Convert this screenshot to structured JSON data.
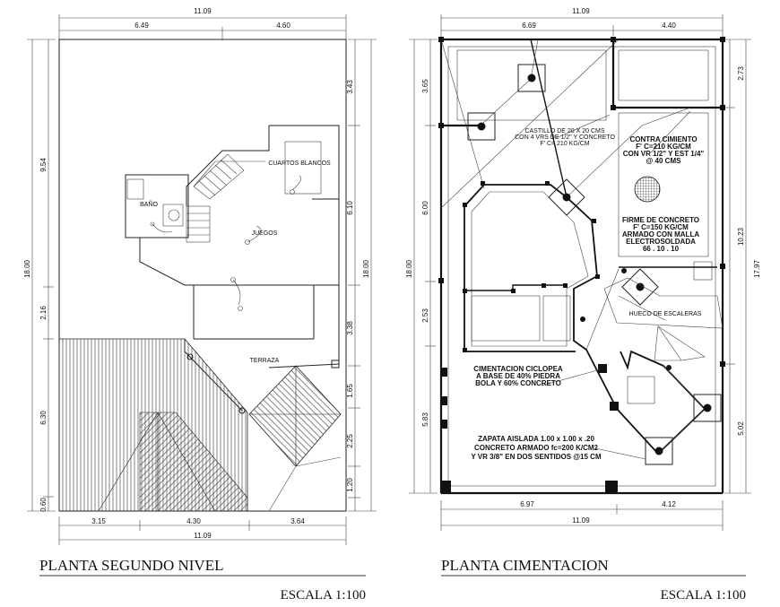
{
  "left_plan": {
    "dims": {
      "top_total": "11.09",
      "top_a": "6.49",
      "top_b": "4.60",
      "left_total": "18.00",
      "left_a": "9.54",
      "left_b": "2.16",
      "left_c": "6.30",
      "left_d": "0.60",
      "right_total": "18.00",
      "right_a": "3.43",
      "right_b": "6.10",
      "right_c": "3.38",
      "right_d": "1.65",
      "right_e": "2.25",
      "right_f": "1.20",
      "bottom_a": "3.15",
      "bottom_b": "4.30",
      "bottom_c": "3.64",
      "bottom_total": "11.09"
    },
    "rooms": {
      "cuartos": "CUARTOS BLANCOS",
      "bano": "BAÑO",
      "juegos": "JUEGOS",
      "terraza": "TERRAZA"
    },
    "title": "PLANTA SEGUNDO NIVEL",
    "scale": "ESCALA 1:100"
  },
  "right_plan": {
    "dims": {
      "top_total": "11.09",
      "top_a": "6.69",
      "top_b": "4.40",
      "left_a": "3.65",
      "left_b": "6.00",
      "left_total": "18.00",
      "left_c": "2.53",
      "left_d": "5.83",
      "right_a": "2.73",
      "right_b": "10.23",
      "right_total": "17.97",
      "right_c": "5.02",
      "bottom_a": "6.97",
      "bottom_b": "4.12",
      "bottom_total": "11.09"
    },
    "notes": {
      "castillo_1": "CASTILLO DE 20 X 20 CMS",
      "castillo_2": "CON 4 VRS DE 1/2\" Y CONCRETO",
      "castillo_3": "F' C= 210 KG/CM",
      "contra_1": "CONTRA CIMIENTO",
      "contra_2": "F' C=210 KG/CM",
      "contra_3": "CON VR 1/2\" Y EST 1/4\"",
      "contra_4": "@ 40 CMS",
      "firme_1": "FIRME DE CONCRETO",
      "firme_2": "F' C=150 KG/CM",
      "firme_3": "ARMADO CON MALLA",
      "firme_4": "ELECTROSOLDADA",
      "firme_5": "66 . 10 . 10",
      "hueco": "HUECO DE ESCALERAS",
      "cim_1": "CIMENTACION CICLOPEA",
      "cim_2": "A BASE DE 40% PIEDRA",
      "cim_3": "BOLA Y 60% CONCRETO",
      "zap_1": "ZAPATA AISLADA 1.00 x 1.00 x .20",
      "zap_2": "CONCRETO ARMADO fc=200 K/CM2",
      "zap_3": "Y VR 3/8\" EN DOS SENTIDOS @15 CM"
    },
    "title": "PLANTA CIMENTACION",
    "scale": "ESCALA 1:100"
  }
}
